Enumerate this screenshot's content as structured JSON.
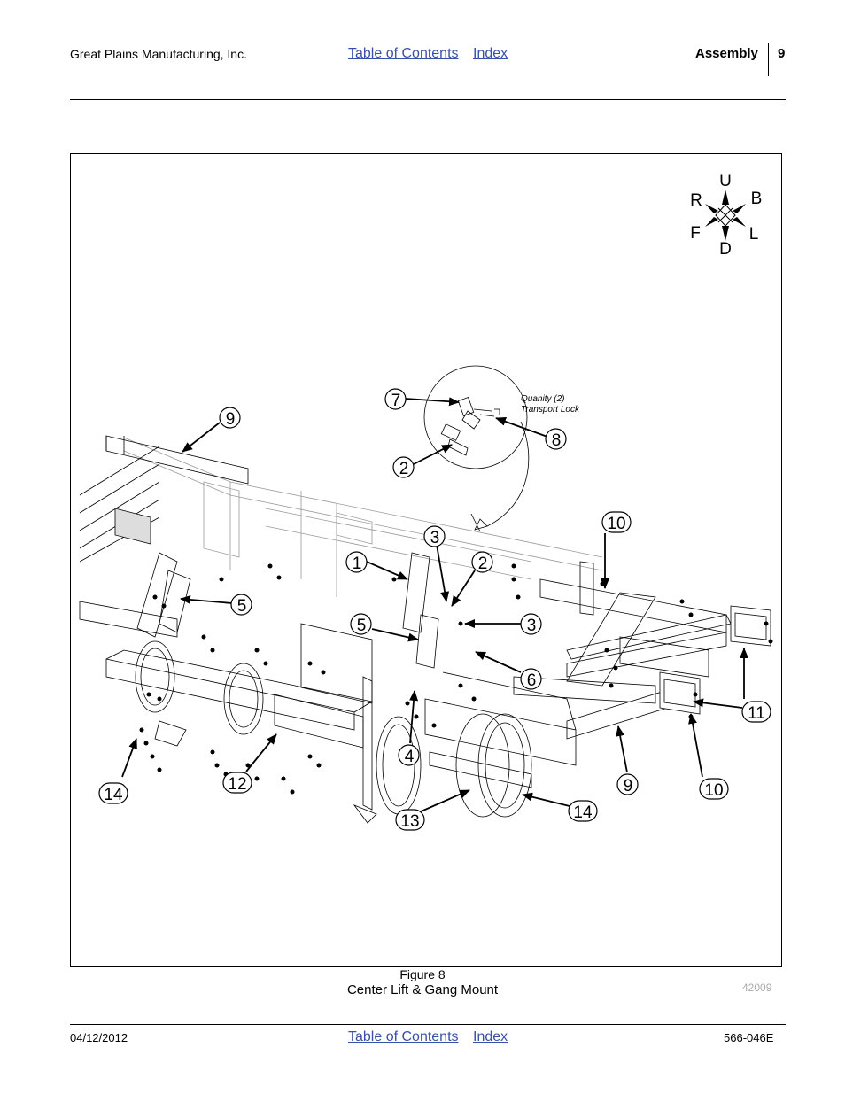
{
  "header": {
    "company": "Great Plains Manufacturing, Inc.",
    "toc_link": "Table of Contents",
    "index_link": "Index",
    "section": "Assembly",
    "page_number": "9"
  },
  "figure": {
    "compass": {
      "up": "U",
      "down": "D",
      "right": "R",
      "back": "B",
      "front": "F",
      "left": "L"
    },
    "inset_note_line1": "Quanity (2)",
    "inset_note_line2": "Transport Lock",
    "callouts": [
      "9",
      "7",
      "8",
      "2",
      "10",
      "3",
      "1",
      "2",
      "5",
      "5",
      "3",
      "6",
      "11",
      "4",
      "14",
      "12",
      "9",
      "10",
      "13",
      "14"
    ],
    "caption_number": "Figure 8",
    "caption_title": "Center Lift & Gang Mount",
    "drawing_number": "42009"
  },
  "footer": {
    "date": "04/12/2012",
    "toc_link": "Table of Contents",
    "index_link": "Index",
    "doc_number": "566-046E"
  },
  "colors": {
    "link": "#3a50a8",
    "drawing_line": "#000000",
    "frame_light": "#bbbbbb"
  }
}
